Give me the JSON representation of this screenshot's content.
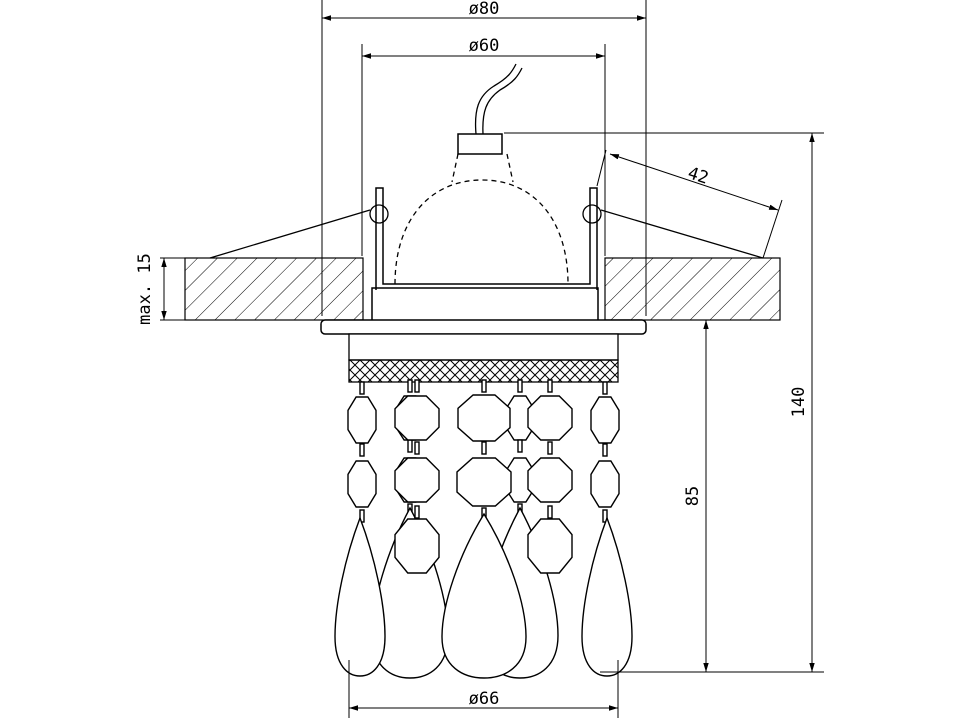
{
  "drawing": {
    "dimensions": {
      "outer_diameter": "ø80",
      "inner_diameter": "ø60",
      "angle_length": "42",
      "ceiling_thickness": "max. 15",
      "total_height": "140",
      "pendant_height": "85",
      "pendant_diameter": "ø66"
    },
    "colors": {
      "line": "#000000",
      "background": "#ffffff"
    }
  }
}
